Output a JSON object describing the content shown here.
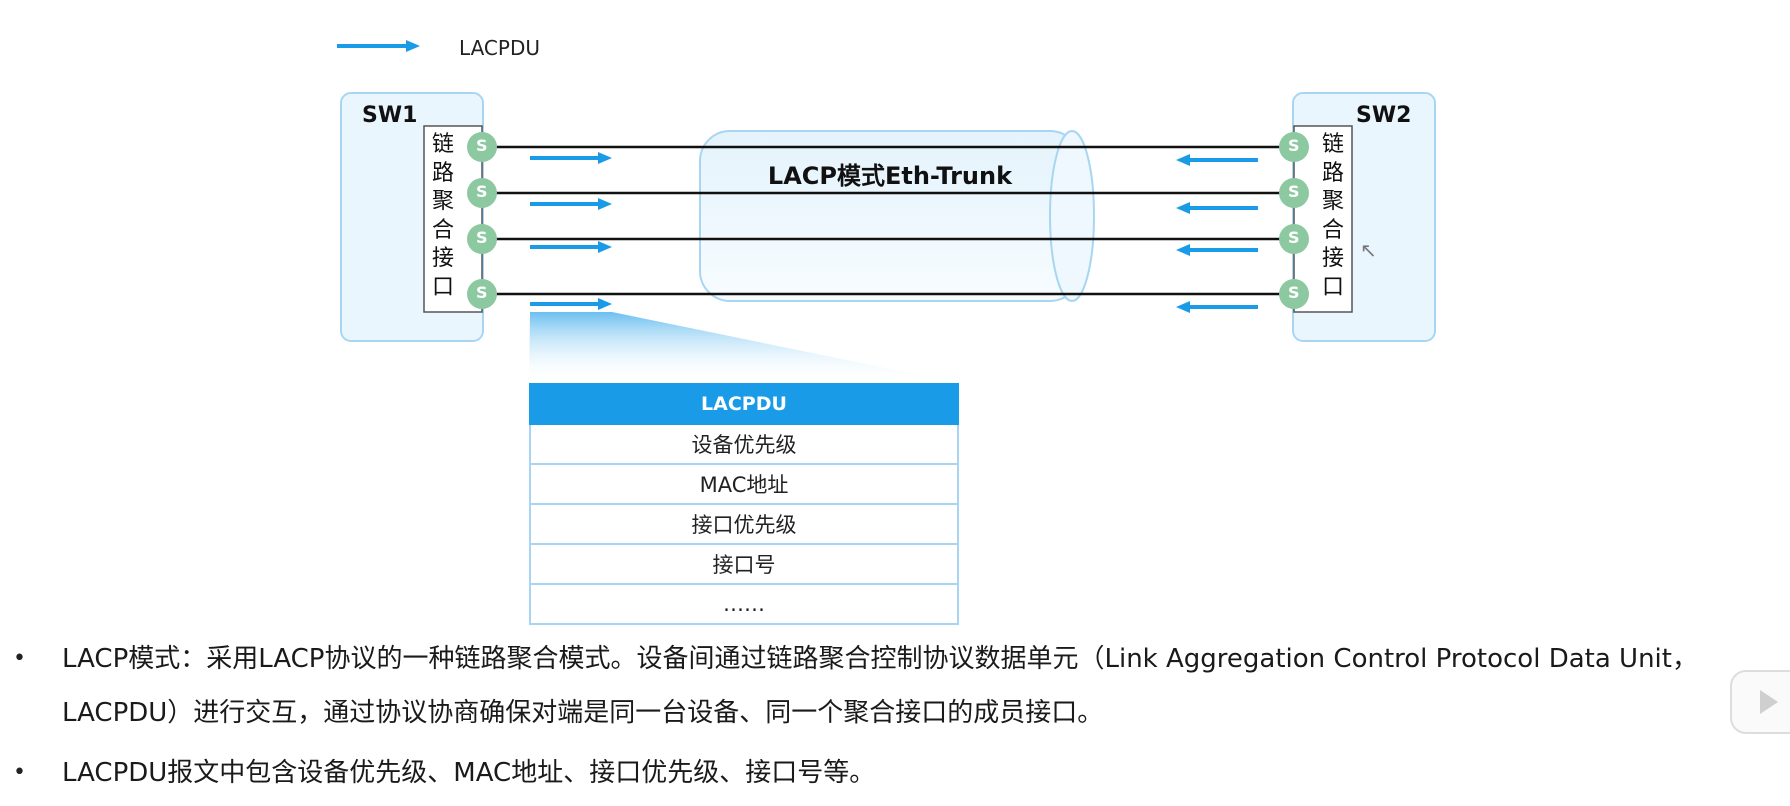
{
  "legend": {
    "label": "LACPDU",
    "icon": "blue-arrow-icon"
  },
  "switches": {
    "left": {
      "name": "SW1",
      "interface_label": [
        "链",
        "路",
        "聚",
        "合",
        "接",
        "口"
      ]
    },
    "right": {
      "name": "SW2",
      "interface_label": [
        "链",
        "路",
        "聚",
        "合",
        "接",
        "口"
      ]
    }
  },
  "port_label": "S",
  "trunk_title": "LACP模式Eth-Trunk",
  "pdu_table": {
    "header": "LACPDU",
    "rows": [
      "设备优先级",
      "MAC地址",
      "接口优先级",
      "接口号",
      "……"
    ]
  },
  "bullets": [
    "LACP模式：采用LACP协议的一种链路聚合模式。设备间通过链路聚合控制协议数据单元（Link Aggregation Control Protocol Data Unit，LACPDU）进行交互，通过协议协商确保对端是同一台设备、同一个聚合接口的成员接口。",
    "LACPDU报文中包含设备优先级、MAC地址、接口优先级、接口号等。"
  ],
  "bullet_marker": "•",
  "colors": {
    "arrow": "#1a9be8",
    "port_fill": "#8cc9a0",
    "switch_fill": "#eaf6fd",
    "switch_border": "#a8d6f2",
    "table_header": "#1a9be8"
  }
}
